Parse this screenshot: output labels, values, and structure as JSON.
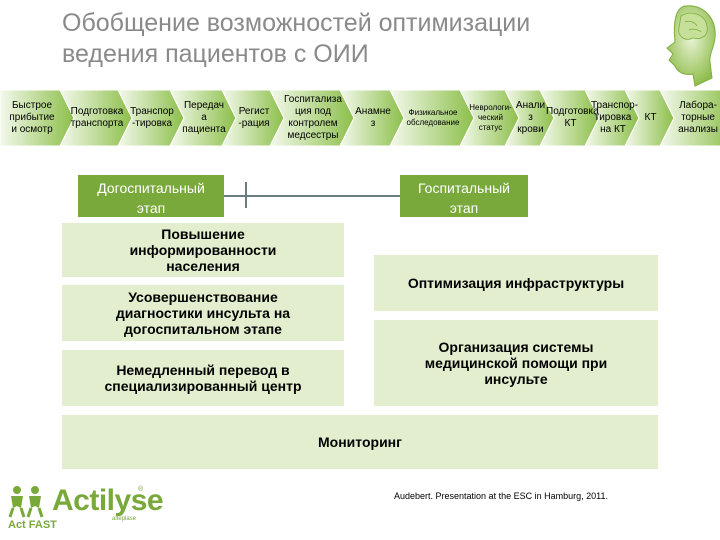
{
  "title": {
    "line1": "Обобщение возможностей оптимизации",
    "line2": "ведения пациентов с ОИИ"
  },
  "colors": {
    "title": "#8a8a8a",
    "accent_green": "#78a93a",
    "light_green": "#e2eecd",
    "line_gray": "#6b7b82"
  },
  "process_steps": [
    {
      "lines": [
        "Быстрое",
        "прибытие",
        "и осмотр"
      ]
    },
    {
      "lines": [
        "Подготовка",
        "транспорта"
      ]
    },
    {
      "lines": [
        "Транспор",
        "-тировка"
      ]
    },
    {
      "lines": [
        "Передач",
        "а",
        "пациента"
      ]
    },
    {
      "lines": [
        "Регист",
        "-рация"
      ]
    },
    {
      "lines": [
        "Госпитализа",
        "ция под",
        "контролем",
        "медсестры"
      ]
    },
    {
      "lines": [
        "Анамне",
        "з"
      ]
    },
    {
      "lines": [
        "Физикальное",
        "обследование"
      ]
    },
    {
      "lines": [
        "Неврологи-",
        "ческий",
        "статус"
      ]
    },
    {
      "lines": [
        "Анали",
        "з",
        "крови"
      ]
    },
    {
      "lines": [
        "Подготовка",
        "КТ"
      ]
    },
    {
      "lines": [
        "Транспор-",
        "тировка",
        "на КТ"
      ]
    },
    {
      "lines": [
        "КТ"
      ]
    },
    {
      "lines": [
        "Лабора-",
        "торные",
        "анализы"
      ]
    }
  ],
  "phases": {
    "prehospital": [
      "Догоспитальный",
      "этап"
    ],
    "hospital": [
      "Госпитальный",
      "этап"
    ]
  },
  "actions": {
    "awareness": [
      "Повышение",
      "информированности",
      "населения"
    ],
    "diagnostics": [
      "Усовершенствование",
      "диагностики инсульта на",
      "догоспитальном этапе"
    ],
    "transfer": [
      "Немедленный перевод в",
      "специализированный центр"
    ],
    "infrastructure": [
      "Оптимизация инфраструктуры"
    ],
    "care_system": [
      "Организация системы",
      "медицинской помощи при",
      "инсульте"
    ],
    "monitoring": [
      "Мониторинг"
    ]
  },
  "logo": {
    "word": "Actilyse",
    "registered": "®",
    "subword": "alteplase",
    "tagline": "Act FAST",
    "icon": "people-figures-icon"
  },
  "citation": "Audebert. Presentation at the ESC in Hamburg, 2011.",
  "head_icon": "human-head-brain-icon"
}
